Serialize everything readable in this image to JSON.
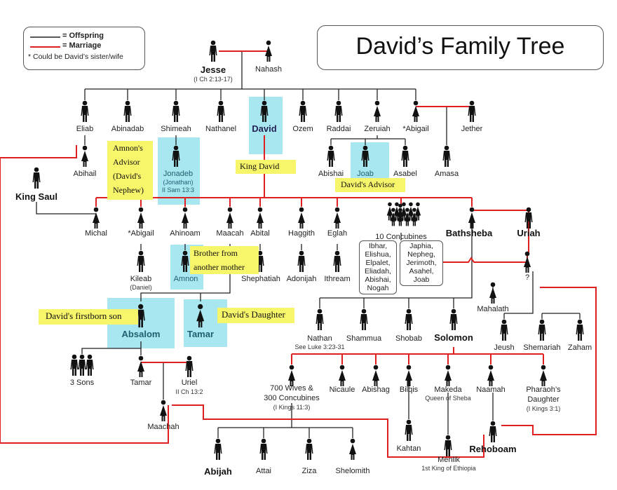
{
  "title": "David’s Family Tree",
  "legend": {
    "offspring_label": "= Offspring",
    "marriage_label": "= Marriage",
    "note": "* Could be David’s sister/wife"
  },
  "colors": {
    "offspring_line": "#222222",
    "marriage_line": "#e02020",
    "figure": "#111111",
    "highlight_cyan": "#a9e7f0",
    "highlight_yellow": "#f7f56a"
  },
  "people": {
    "jesse": "Jesse",
    "jesse_ref": "(I Ch 2:13-17)",
    "nahash": "Nahash",
    "eliab": "Eliab",
    "abinadab": "Abinadab",
    "shimeah": "Shimeah",
    "nathanel": "Nathanel",
    "david": "David",
    "ozem": "Ozem",
    "raddai": "Raddai",
    "zeruiah": "Zeruiah",
    "abigail_star": "*Abigail",
    "jether": "Jether",
    "abihail": "Abihail",
    "jonadeb": "Jonadeb",
    "jonadeb_alt": "(Jonathan)",
    "jonadeb_ref": "II Sam 13:3",
    "abishai": "Abishai",
    "joab": "Joab",
    "asabel": "Asabel",
    "amasa": "Amasa",
    "king_saul": "King Saul",
    "michal": "Michal",
    "abigail_wife": "*Abigail",
    "ahinoam": "Ahinoam",
    "maacah": "Maacah",
    "abital": "Abital",
    "haggith": "Haggith",
    "eglah": "Eglah",
    "concubines": "10 Concubines",
    "bathsheba": "Bathsheba",
    "uriah": "Uriah",
    "kileab": "Kileab",
    "kileab_alt": "(Daniel)",
    "amnon": "Amnon",
    "shephatiah": "Shephatiah",
    "adonijah": "Adonijah",
    "ithream": "Ithream",
    "unknown": "?",
    "mahalath": "Mahalath",
    "absalom": "Absalom",
    "tamar_d": "Tamar",
    "nathan": "Nathan",
    "nathan_ref": "See Luke 3:23-31",
    "shammua": "Shammua",
    "shobab": "Shobab",
    "solomon": "Solomon",
    "jeush": "Jeush",
    "shemariah": "Shemariah",
    "zaham": "Zaham",
    "three_sons": "3 Sons",
    "tamar_gd": "Tamar",
    "uriel": "Uriel",
    "uriel_ref": "II Ch 13:2",
    "maachah": "Maachah",
    "wives_line1": "700 Wives &",
    "wives_line2": "300 Concubines",
    "wives_ref": "(I Kings 11:3)",
    "nicaule": "Nicaule",
    "abishag": "Abishag",
    "bilqis": "Bilqis",
    "makeda": "Makeda",
    "makeda_ref": "Queen of Sheba",
    "naamah": "Naamah",
    "pharaoh_l1": "Pharaoh’s",
    "pharaoh_l2": "Daughter",
    "pharaoh_ref": "(I Kings 3:1)",
    "kahtan": "Kahtan",
    "menlik": "Menlik",
    "menlik_ref": "1st King of Ethiopia",
    "rehoboam": "Rehoboam",
    "abijah": "Abijah",
    "attai": "Attai",
    "ziza": "Ziza",
    "shelomith": "Shelomith"
  },
  "concubine_names": [
    "Ibhar,",
    "Elishua,",
    "Elpalet,",
    "Eliadah,",
    "Abishai,",
    "Nogah"
  ],
  "uriah_sons": [
    "Japhia,",
    "Nepheg,",
    "Jerimoth,",
    "Asahel,",
    "Joab"
  ],
  "annotations": {
    "amnons_advisor": [
      "Amnon's",
      "Advisor",
      "(David's",
      "Nephew)"
    ],
    "king_david": "King David",
    "davids_advisor": "David's Advisor",
    "brother_from": [
      "Brother from",
      "another mother"
    ],
    "firstborn": "David's firstborn son",
    "daughter": "David's Daughter"
  }
}
